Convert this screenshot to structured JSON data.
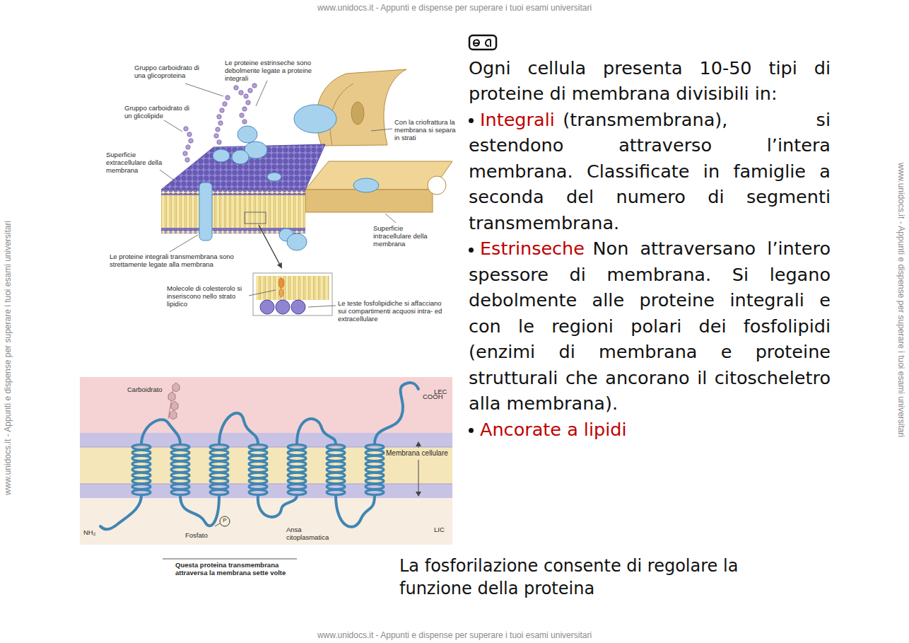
{
  "diagram": {
    "labels": [
      "www.unidocs.it - Appunti e dispense per superare i tuoi esami universitari",
      "Ogni cellula presenta 10-50 tipi di proteine di membrana divisibili in:",
      "Integrali",
      "(transmembrana), si estendono attraverso l’intera membrana. Classificate in famiglie a seconda del numero di segmenti transmembrana.",
      "Estrinseche",
      "Non attraversano l’intero spessore di membrana. Si legano debolmente alle proteine integrali e con le regioni polari dei fosfolipidi (enzimi di membrana e proteine strutturali che ancorano il citoscheletro alla membrana).",
      "Ancorate a lipidi",
      "Gruppo carboidrato di una glicoproteina",
      "Le proteine estrinseche sono debolmente legate a proteine integrali",
      "Gruppo carboidrato di un glicolipide",
      "Con la criofrattura la membrana si separa in strati",
      "Superficie extracellulare della membrana",
      "Superficie intracellulare della membrana",
      "Le proteine integrali transmembrana sono strettamente legate alla membrana",
      "Molecole di colesterolo si inseriscono nello strato lipidico",
      "Le teste fosfolipidiche si affacciano sui compartimenti acquosi intra- ed extracellulare",
      "Carboidrato",
      "LEC",
      "COOH",
      "Membrana cellulare",
      "NH₂",
      "P",
      "Fosfato",
      "Ansa citoplasmatica",
      "LIC",
      "Questa proteina transmembrana attraversa la membrana sette volte",
      "La fosforilazione consente di regolare la funzione della proteina",
      "www.unidocs.it - Appunti e dispense per superare i tuoi esami universitari",
      "www.unidocs.it - Appunti e dispense per superare i tuoi esami universitari",
      "www.unidocs.it - Appunti e dispense per superare i tuoi esami universitari"
    ]
  }
}
